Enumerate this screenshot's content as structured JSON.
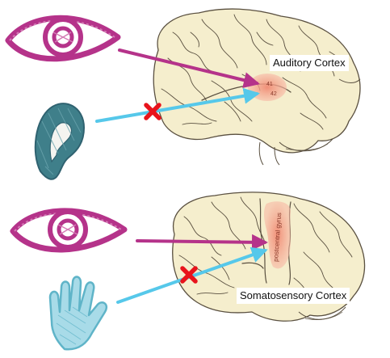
{
  "diagrams": [
    {
      "cortex_label": "Auditory Cortex",
      "area_numbers": [
        "41",
        "42"
      ],
      "inputs": [
        {
          "icon": "eye-icon",
          "color": "#b5338a",
          "blocked": false
        },
        {
          "icon": "ear-icon",
          "color": "#56c8ea",
          "blocked": true
        }
      ]
    },
    {
      "cortex_label": "Somatosensory Cortex",
      "gyrus_label": "postcentral gyrus",
      "inputs": [
        {
          "icon": "eye-icon",
          "color": "#b5338a",
          "blocked": false
        },
        {
          "icon": "hand-icon",
          "color": "#56c8ea",
          "blocked": true
        }
      ]
    }
  ],
  "colors": {
    "brain_fill": "#f5eecd",
    "brain_stroke": "#5a5040",
    "highlight": "#f3a08a",
    "eye": "#b5338a",
    "ear": "#3f7f8a",
    "hand": "#7fc4d6",
    "visual_arrow": "#b5338a",
    "sensory_arrow": "#56c8ea",
    "block_mark": "#e8141c"
  }
}
